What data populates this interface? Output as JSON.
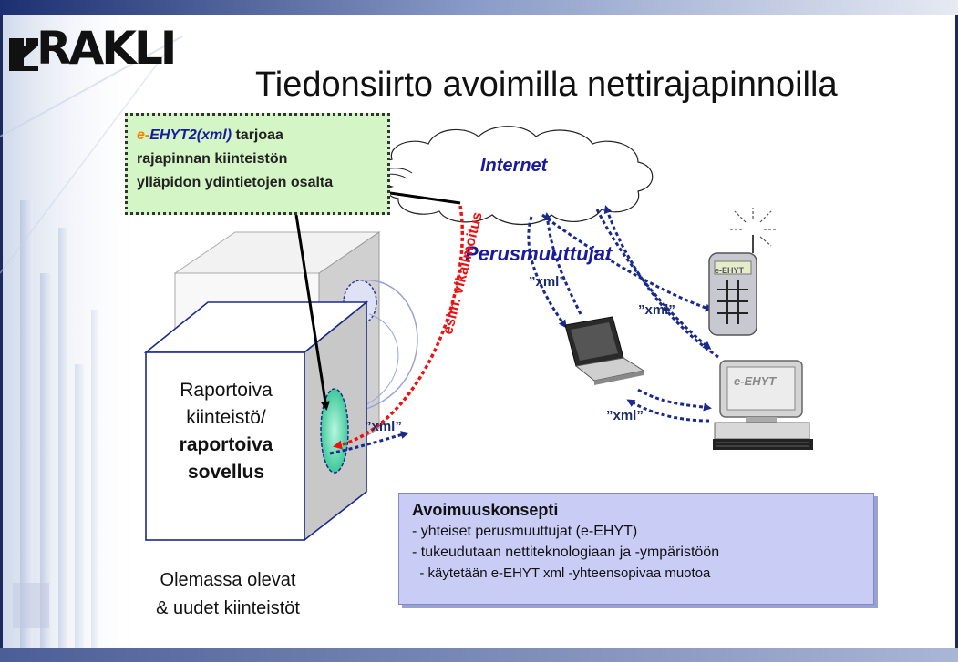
{
  "logo": {
    "text": "RAKLI"
  },
  "title": "Tiedonsiirto avoimilla nettirajapinnoilla",
  "callout": {
    "prefix_orange": "e-",
    "prefix_blue": "EHYT2(xml)",
    "line1_rest": " tarjoaa",
    "line2": "rajapinnan kiinteistön",
    "line3": "ylläpidon ydintietojen osalta"
  },
  "internet_label": "Internet",
  "perusmuuttujat_label": "Perusmuuttujat",
  "xml_labels": [
    "”xml”",
    "”xml”",
    "”xml”",
    "”xml”"
  ],
  "vikailmoitus_label": "esim. vikailmoitus",
  "report": {
    "line1": "Raportoiva",
    "line2": "kiinteistö/",
    "line3": "raportoiva",
    "line4": "sovellus"
  },
  "existing": {
    "line1": "Olemassa olevat",
    "line2": "& uudet kiinteistöt"
  },
  "concept": {
    "title": "Avoimuuskonsepti",
    "lines": [
      "- yhteiset perusmuuttujat (e-EHYT)",
      "- tukeudutaan nettiteknologiaan ja -ympäristöön",
      "  - käytetään e-EHYT xml -yhteensopivaa muotoa"
    ]
  },
  "devices": {
    "desktop_screen": "e-EHYT",
    "phone_screen": "e-EHYT"
  },
  "colors": {
    "callout_bg": "#d4f5c6",
    "concept_bg": "#c9cdf5",
    "blue_text": "#1a1a9c",
    "red_arrow": "#ee1111",
    "dark_blue_arrow": "#1a2a8c"
  }
}
